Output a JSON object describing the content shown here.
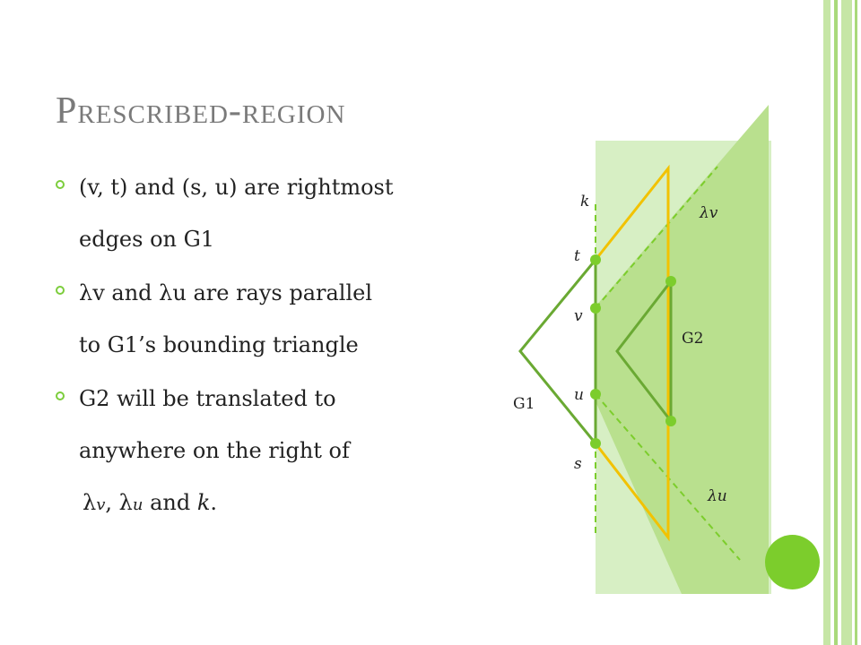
{
  "slide": {
    "title": "Prescribed-region",
    "bullets": [
      {
        "line1": "(v, t) and (s, u) are rightmost",
        "line2": "edges on G1"
      },
      {
        "line1": "λv and λu are rays parallel",
        "line2": "to G1’s bounding triangle"
      },
      {
        "line1": "G2 will be translated to",
        "line2": "anywhere on the right of",
        "line3_parts": {
          "lambda1": "λ",
          "v": "v",
          "sep1": ", λ",
          "u": "u",
          "and": " and ",
          "k": "k",
          "end": "."
        }
      }
    ]
  },
  "diagram": {
    "labels": {
      "k": "k",
      "t": "t",
      "v": "v",
      "u": "u",
      "s": "s",
      "g1": "G1",
      "g2": "G2",
      "lambda_v": "λv",
      "lambda_u": "λu"
    },
    "colors": {
      "region_light": "#d7efc4",
      "region_mid": "#b9e08e",
      "graph_edge": "#6aa933",
      "triangle_edge": "#f2c200",
      "node": "#7ccd2c",
      "ray_dash": "#7ccd2c"
    }
  },
  "theme": {
    "accent": "#7ccd3c",
    "frame": "#b9e08e"
  }
}
